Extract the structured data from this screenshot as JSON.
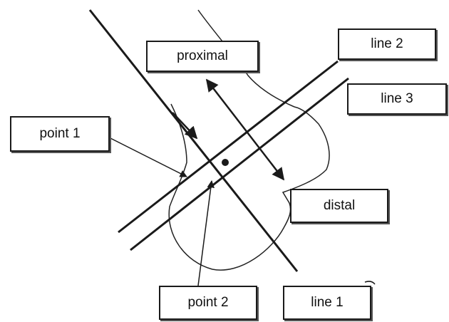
{
  "labels": {
    "proximal": "proximal",
    "distal": "distal",
    "line1": "line 1",
    "line2": "line 2",
    "line3": "line 3",
    "point1": "point 1",
    "point2": "point 2"
  },
  "colors": {
    "stroke": "#1a1a1a",
    "background": "#ffffff"
  }
}
